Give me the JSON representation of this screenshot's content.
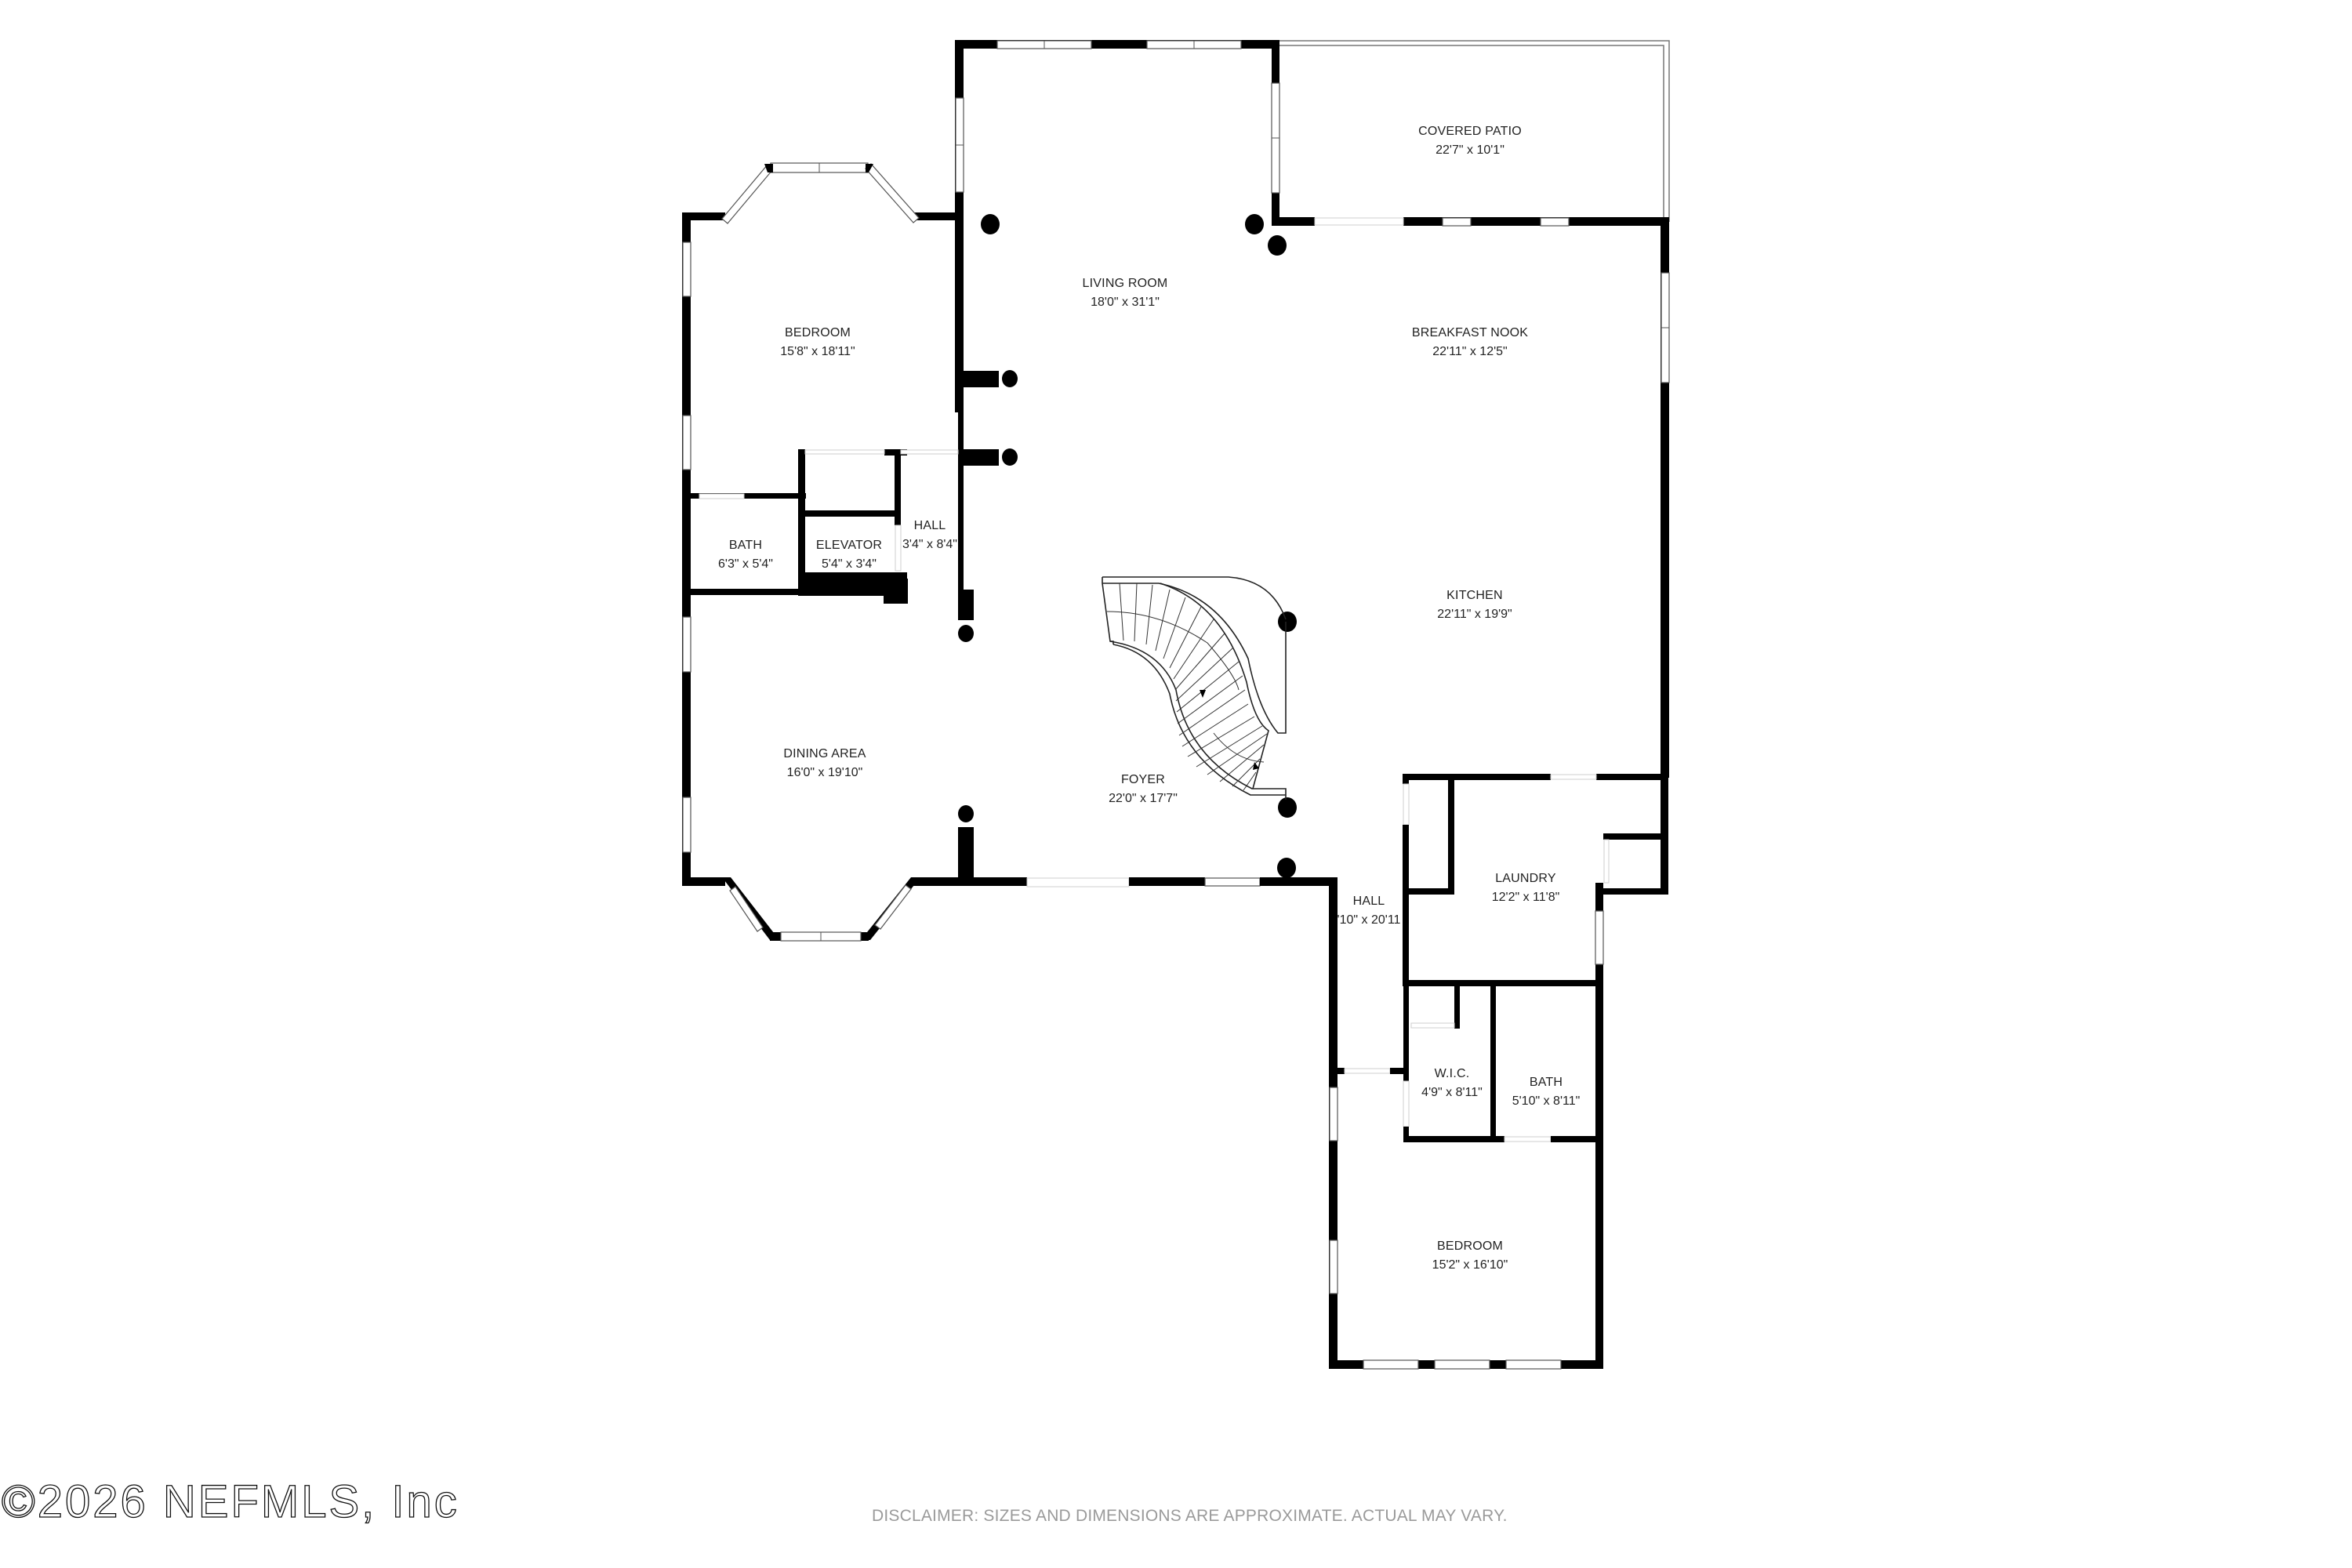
{
  "floorplan": {
    "rooms": {
      "covered_patio": {
        "name": "COVERED PATIO",
        "dims": "22'7\" x 10'1\""
      },
      "living_room": {
        "name": "LIVING ROOM",
        "dims": "18'0\" x 31'1\""
      },
      "bedroom_left": {
        "name": "BEDROOM",
        "dims": "15'8\" x 18'11\""
      },
      "breakfast_nook": {
        "name": "BREAKFAST NOOK",
        "dims": "22'11\" x 12'5\""
      },
      "hall_small": {
        "name": "HALL",
        "dims": "3'4\" x 8'4\""
      },
      "bath_left": {
        "name": "BATH",
        "dims": "6'3\" x 5'4\""
      },
      "elevator": {
        "name": "ELEVATOR",
        "dims": "5'4\" x 3'4\""
      },
      "kitchen": {
        "name": "KITCHEN",
        "dims": "22'11\" x 19'9\""
      },
      "dining_area": {
        "name": "DINING AREA",
        "dims": "16'0\" x 19'10\""
      },
      "foyer": {
        "name": "FOYER",
        "dims": "22'0\" x 17'7\""
      },
      "laundry": {
        "name": "LAUNDRY",
        "dims": "12'2\" x 11'8\""
      },
      "hall_long": {
        "name": "HALL",
        "dims": "'10\" x 20'11"
      },
      "wic": {
        "name": "W.I.C.",
        "dims": "4'9\" x 8'11\""
      },
      "bath_right": {
        "name": "BATH",
        "dims": "5'10\" x 8'11\""
      },
      "bedroom_right": {
        "name": "BEDROOM",
        "dims": "15'2\" x 16'10\""
      }
    },
    "icons": [
      "staircase-icon",
      "column-icon",
      "window-icon",
      "door-opening-icon"
    ],
    "colors": {
      "wall": "#000000",
      "background": "#ffffff",
      "disclaimer": "#9a9a9a"
    }
  },
  "footer": {
    "copyright": "©2026 NEFMLS, Inc",
    "disclaimer": "DISCLAIMER: SIZES AND DIMENSIONS ARE APPROXIMATE. ACTUAL MAY VARY."
  }
}
